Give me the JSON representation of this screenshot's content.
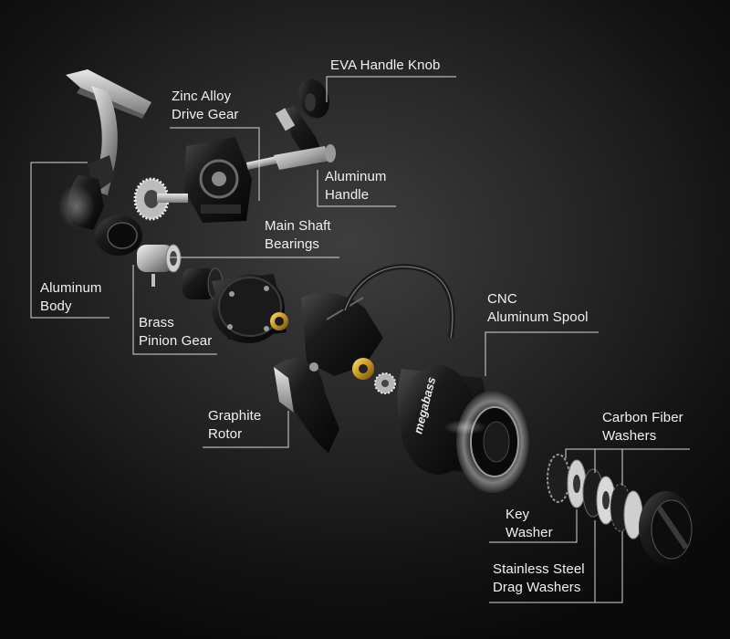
{
  "labels": {
    "eva_handle_knob": "EVA Handle Knob",
    "zinc_alloy_drive_gear": [
      "Zinc Alloy",
      "Drive Gear"
    ],
    "aluminum_handle": [
      "Aluminum",
      "Handle"
    ],
    "main_shaft_bearings": [
      "Main Shaft",
      "Bearings"
    ],
    "aluminum_body": [
      "Aluminum",
      "Body"
    ],
    "brass_pinion_gear": [
      "Brass",
      "Pinion Gear"
    ],
    "cnc_aluminum_spool": [
      "CNC",
      "Aluminum Spool"
    ],
    "graphite_rotor": [
      "Graphite",
      "Rotor"
    ],
    "carbon_fiber_washers": [
      "Carbon Fiber",
      "Washers"
    ],
    "key_washer": [
      "Key",
      "Washer"
    ],
    "stainless_steel_drag_washers": [
      "Stainless Steel",
      "Drag Washers"
    ]
  },
  "spool_brand_text": "megabass",
  "colors": {
    "label_text": "#f2f2f2",
    "leader_line": "#d8d8d8",
    "brass": "#c9961e",
    "background": "#1c1c1c"
  },
  "icons": {
    "illustration": "exploded-spinning-reel"
  }
}
